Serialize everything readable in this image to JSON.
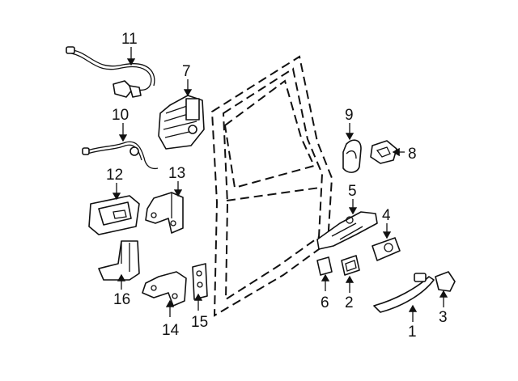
{
  "diagram": {
    "parts": [
      {
        "id": "p1",
        "label": "1"
      },
      {
        "id": "p2",
        "label": "2"
      },
      {
        "id": "p3",
        "label": "3"
      },
      {
        "id": "p4",
        "label": "4"
      },
      {
        "id": "p5",
        "label": "5"
      },
      {
        "id": "p6",
        "label": "6"
      },
      {
        "id": "p7",
        "label": "7"
      },
      {
        "id": "p8",
        "label": "8"
      },
      {
        "id": "p9",
        "label": "9"
      },
      {
        "id": "p10",
        "label": "10"
      },
      {
        "id": "p11",
        "label": "11"
      },
      {
        "id": "p12",
        "label": "12"
      },
      {
        "id": "p13",
        "label": "13"
      },
      {
        "id": "p14",
        "label": "14"
      },
      {
        "id": "p15",
        "label": "15"
      },
      {
        "id": "p16",
        "label": "16"
      }
    ]
  }
}
